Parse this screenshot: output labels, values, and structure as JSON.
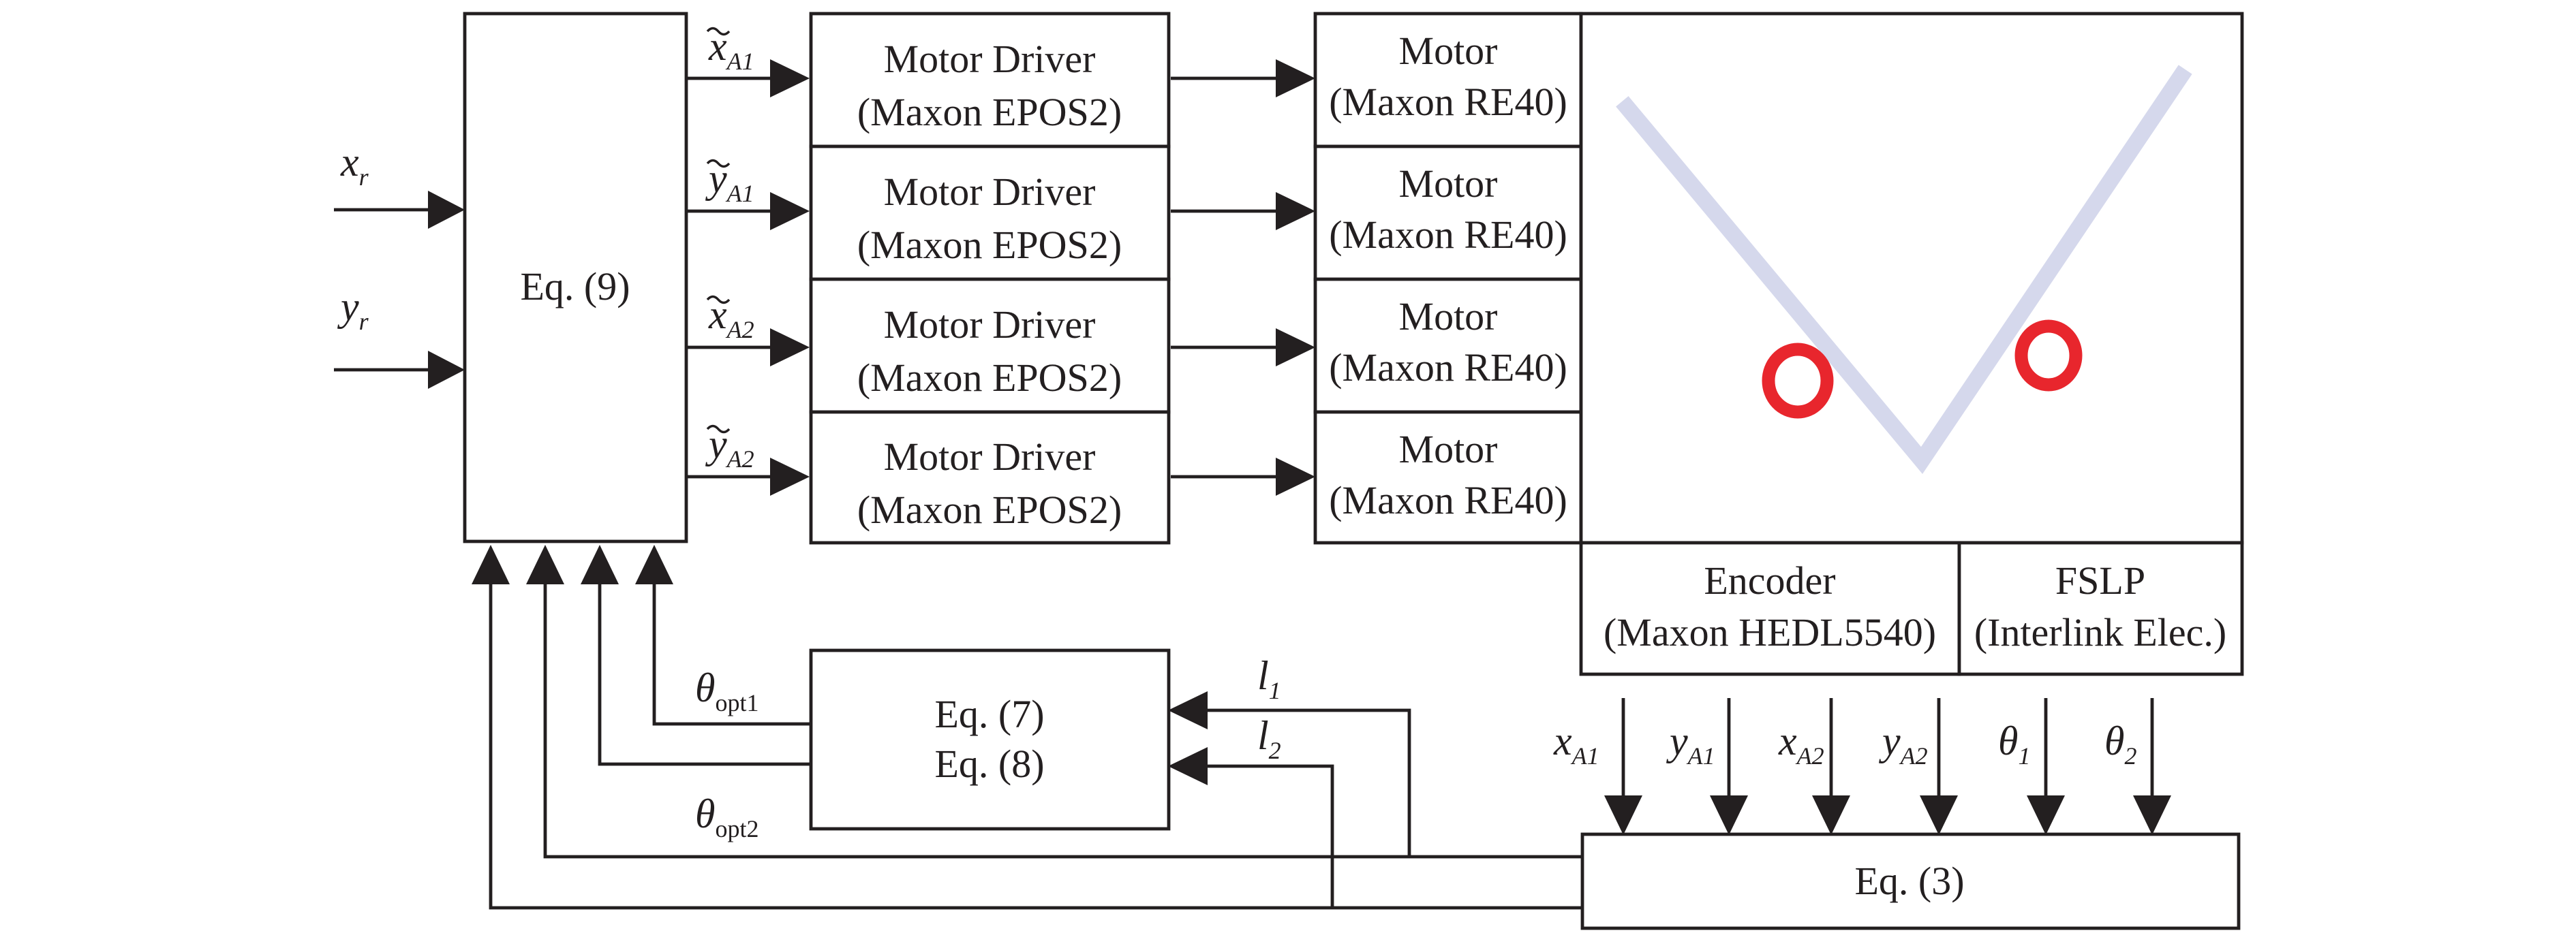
{
  "colors": {
    "line": "#231f20",
    "beam": "#d5d8ec",
    "marker": "#e8262d",
    "background": "#ffffff"
  },
  "inputs": {
    "xr": {
      "base": "x",
      "sub": "r"
    },
    "yr": {
      "base": "y",
      "sub": "r"
    }
  },
  "eq9": {
    "label": "Eq. (9)"
  },
  "driver_outputs": [
    {
      "base": "x",
      "sub": "A1",
      "tilde": true
    },
    {
      "base": "y",
      "sub": "A1",
      "tilde": true
    },
    {
      "base": "x",
      "sub": "A2",
      "tilde": true
    },
    {
      "base": "y",
      "sub": "A2",
      "tilde": true
    }
  ],
  "drivers": [
    {
      "line1": "Motor Driver",
      "line2": "(Maxon EPOS2)"
    },
    {
      "line1": "Motor Driver",
      "line2": "(Maxon EPOS2)"
    },
    {
      "line1": "Motor Driver",
      "line2": "(Maxon EPOS2)"
    },
    {
      "line1": "Motor Driver",
      "line2": "(Maxon EPOS2)"
    }
  ],
  "motors": [
    {
      "line1": "Motor",
      "line2": "(Maxon RE40)"
    },
    {
      "line1": "Motor",
      "line2": "(Maxon RE40)"
    },
    {
      "line1": "Motor",
      "line2": "(Maxon RE40)"
    },
    {
      "line1": "Motor",
      "line2": "(Maxon RE40)"
    }
  ],
  "encoder": {
    "line1": "Encoder",
    "line2": "(Maxon HEDL5540)"
  },
  "fslp": {
    "line1": "FSLP",
    "line2": "(Interlink Elec.)"
  },
  "sensor_signals": [
    {
      "base": "x",
      "sub": "A1"
    },
    {
      "base": "y",
      "sub": "A1"
    },
    {
      "base": "x",
      "sub": "A2"
    },
    {
      "base": "y",
      "sub": "A2"
    },
    {
      "base": "θ",
      "sub": "1"
    },
    {
      "base": "θ",
      "sub": "2"
    }
  ],
  "eq3": {
    "label": "Eq. (3)"
  },
  "eq78": {
    "line1": "Eq. (7)",
    "line2": "Eq. (8)"
  },
  "lengths": {
    "l1": {
      "base": "l",
      "sub": "1"
    },
    "l2": {
      "base": "l",
      "sub": "2"
    }
  },
  "angles": {
    "opt1": {
      "base": "θ",
      "sub": "opt1"
    },
    "opt2": {
      "base": "θ",
      "sub": "opt2"
    }
  }
}
